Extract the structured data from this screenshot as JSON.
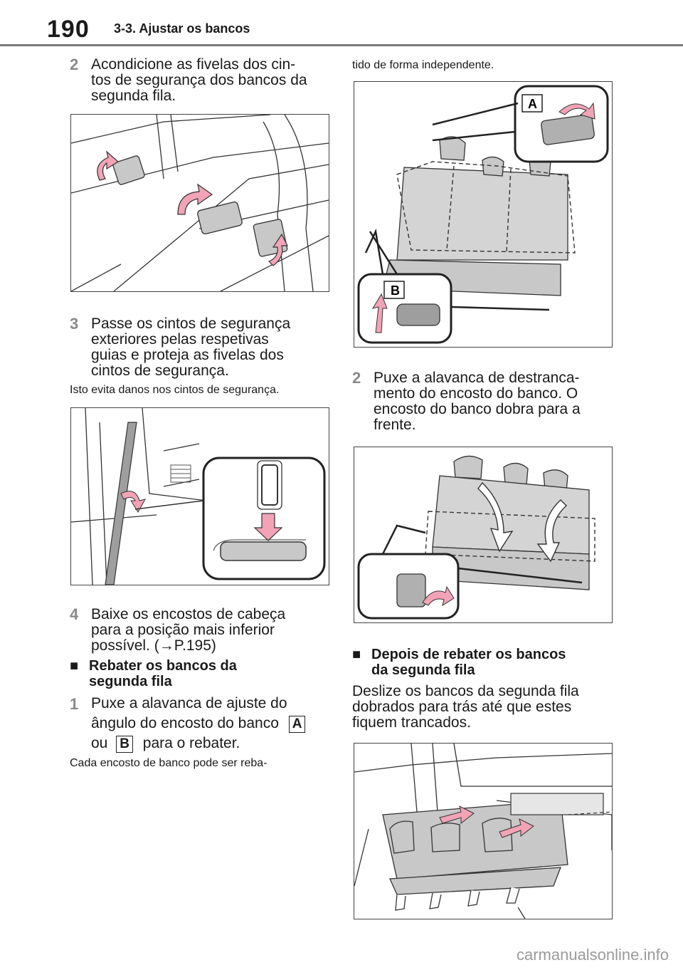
{
  "header": {
    "page_number": "190",
    "section": "3-3. Ajustar os bancos"
  },
  "left": {
    "step2": {
      "num": "2",
      "text": "Acondicione as fivelas dos cin-\ntos de segurança dos bancos da\nsegunda fila."
    },
    "step3": {
      "num": "3",
      "text": "Passe os cintos de segurança\nexteriores pelas respetivas\nguias e proteja as fivelas dos\ncintos de segurança."
    },
    "step3_note": "Isto evita danos nos cintos de segurança.",
    "step4": {
      "num": "4",
      "text": "Baixe os encostos de cabeça\npara a posição mais inferior\npossível. (→P.195)"
    },
    "heading_fold": {
      "bullet": "■",
      "text": "Rebater os bancos da\nsegunda fila"
    },
    "fold_step1": {
      "num": "1",
      "line1": "Puxe a alavanca de ajuste do",
      "line2": "ângulo do encosto do banco",
      "line3_pre": "ou",
      "line3_post": "para o rebater.",
      "label_a": "A",
      "label_b": "B"
    },
    "fold_note": "Cada encosto de banco pode ser reba-"
  },
  "right": {
    "note_cont": "tido de forma independente.",
    "fig_labels": {
      "a": "A",
      "b": "B"
    },
    "step2": {
      "num": "2",
      "text": "Puxe a alavanca de destranca-\nmento do encosto do banco. O\nencosto do banco dobra para a\nfrente."
    },
    "heading_after": {
      "bullet": "■",
      "text": "Depois de rebater os bancos\nda segunda fila"
    },
    "after_text": "Deslize os bancos da segunda fila\ndobrados para trás até que estes\nfiquem trancados."
  },
  "footer": {
    "watermark": "carmanualsonline.info"
  },
  "colors": {
    "arrow_pink": "#f2a3b6",
    "seat_gray": "#c8c8c8",
    "line": "#333333"
  }
}
